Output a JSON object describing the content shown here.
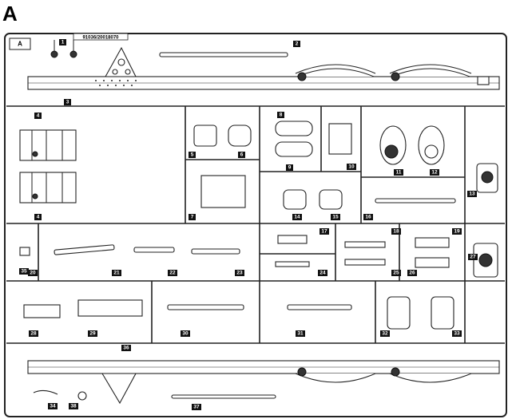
{
  "sheet": {
    "title": "A",
    "corner_tag": "A",
    "part_code": "91036/20018070"
  },
  "labels": {
    "l1": "1",
    "l2": "2",
    "l3": "3",
    "l4a": "4",
    "l4b": "4",
    "l5": "5",
    "l6": "6",
    "l7": "7",
    "l8": "8",
    "l9": "9",
    "l10": "10",
    "l11": "11",
    "l12": "12",
    "l13": "13",
    "l14": "14",
    "l15": "15",
    "l16": "16",
    "l17": "17",
    "l18": "18",
    "l19": "19",
    "l20": "20",
    "l21": "21",
    "l22": "22",
    "l23": "23",
    "l24": "24",
    "l25": "25",
    "l26": "26",
    "l27": "27",
    "l28": "28",
    "l29": "29",
    "l30": "30",
    "l31": "31",
    "l32": "32",
    "l33": "33",
    "l34": "34",
    "l35": "35",
    "l36": "36",
    "l37": "37",
    "l38": "38"
  }
}
